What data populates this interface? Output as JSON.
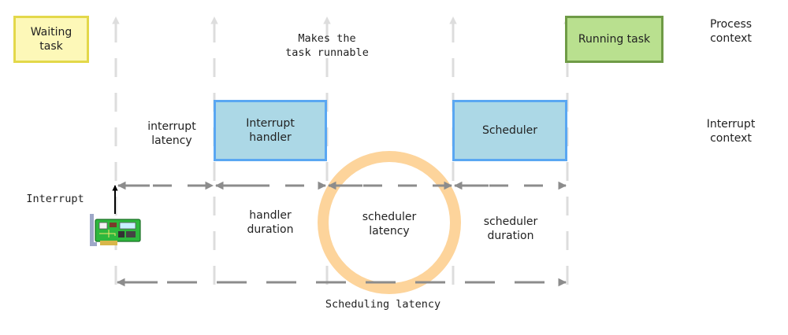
{
  "colors": {
    "waiting_fill": "#fdf8b8",
    "waiting_border": "#e3d84a",
    "running_fill": "#b9e08f",
    "running_border": "#6f9b46",
    "interrupt_fill": "#acd8e6",
    "interrupt_border": "#5aa7f2",
    "guide_line": "#dddddd",
    "timeline_arrow": "#8c8c8c",
    "highlight_ring": "#fdd49b",
    "card_board": "#2db83d",
    "card_bracket": "#9ea8c8"
  },
  "boxes": {
    "waiting_task": "Waiting\ntask",
    "running_task": "Running task",
    "interrupt_handler": "Interrupt\nhandler",
    "scheduler": "Scheduler"
  },
  "labels": {
    "process_context": "Process\ncontext",
    "interrupt_context": "Interrupt\ncontext",
    "makes_runnable": "Makes the\ntask runnable",
    "interrupt_latency": "interrupt\nlatency",
    "interrupt": "Interrupt",
    "handler_duration": "handler\nduration",
    "scheduler_latency": "scheduler\nlatency",
    "scheduler_duration": "scheduler\nduration",
    "scheduling_latency": "Scheduling latency"
  },
  "icons": {
    "hardware": "network-card-icon"
  }
}
